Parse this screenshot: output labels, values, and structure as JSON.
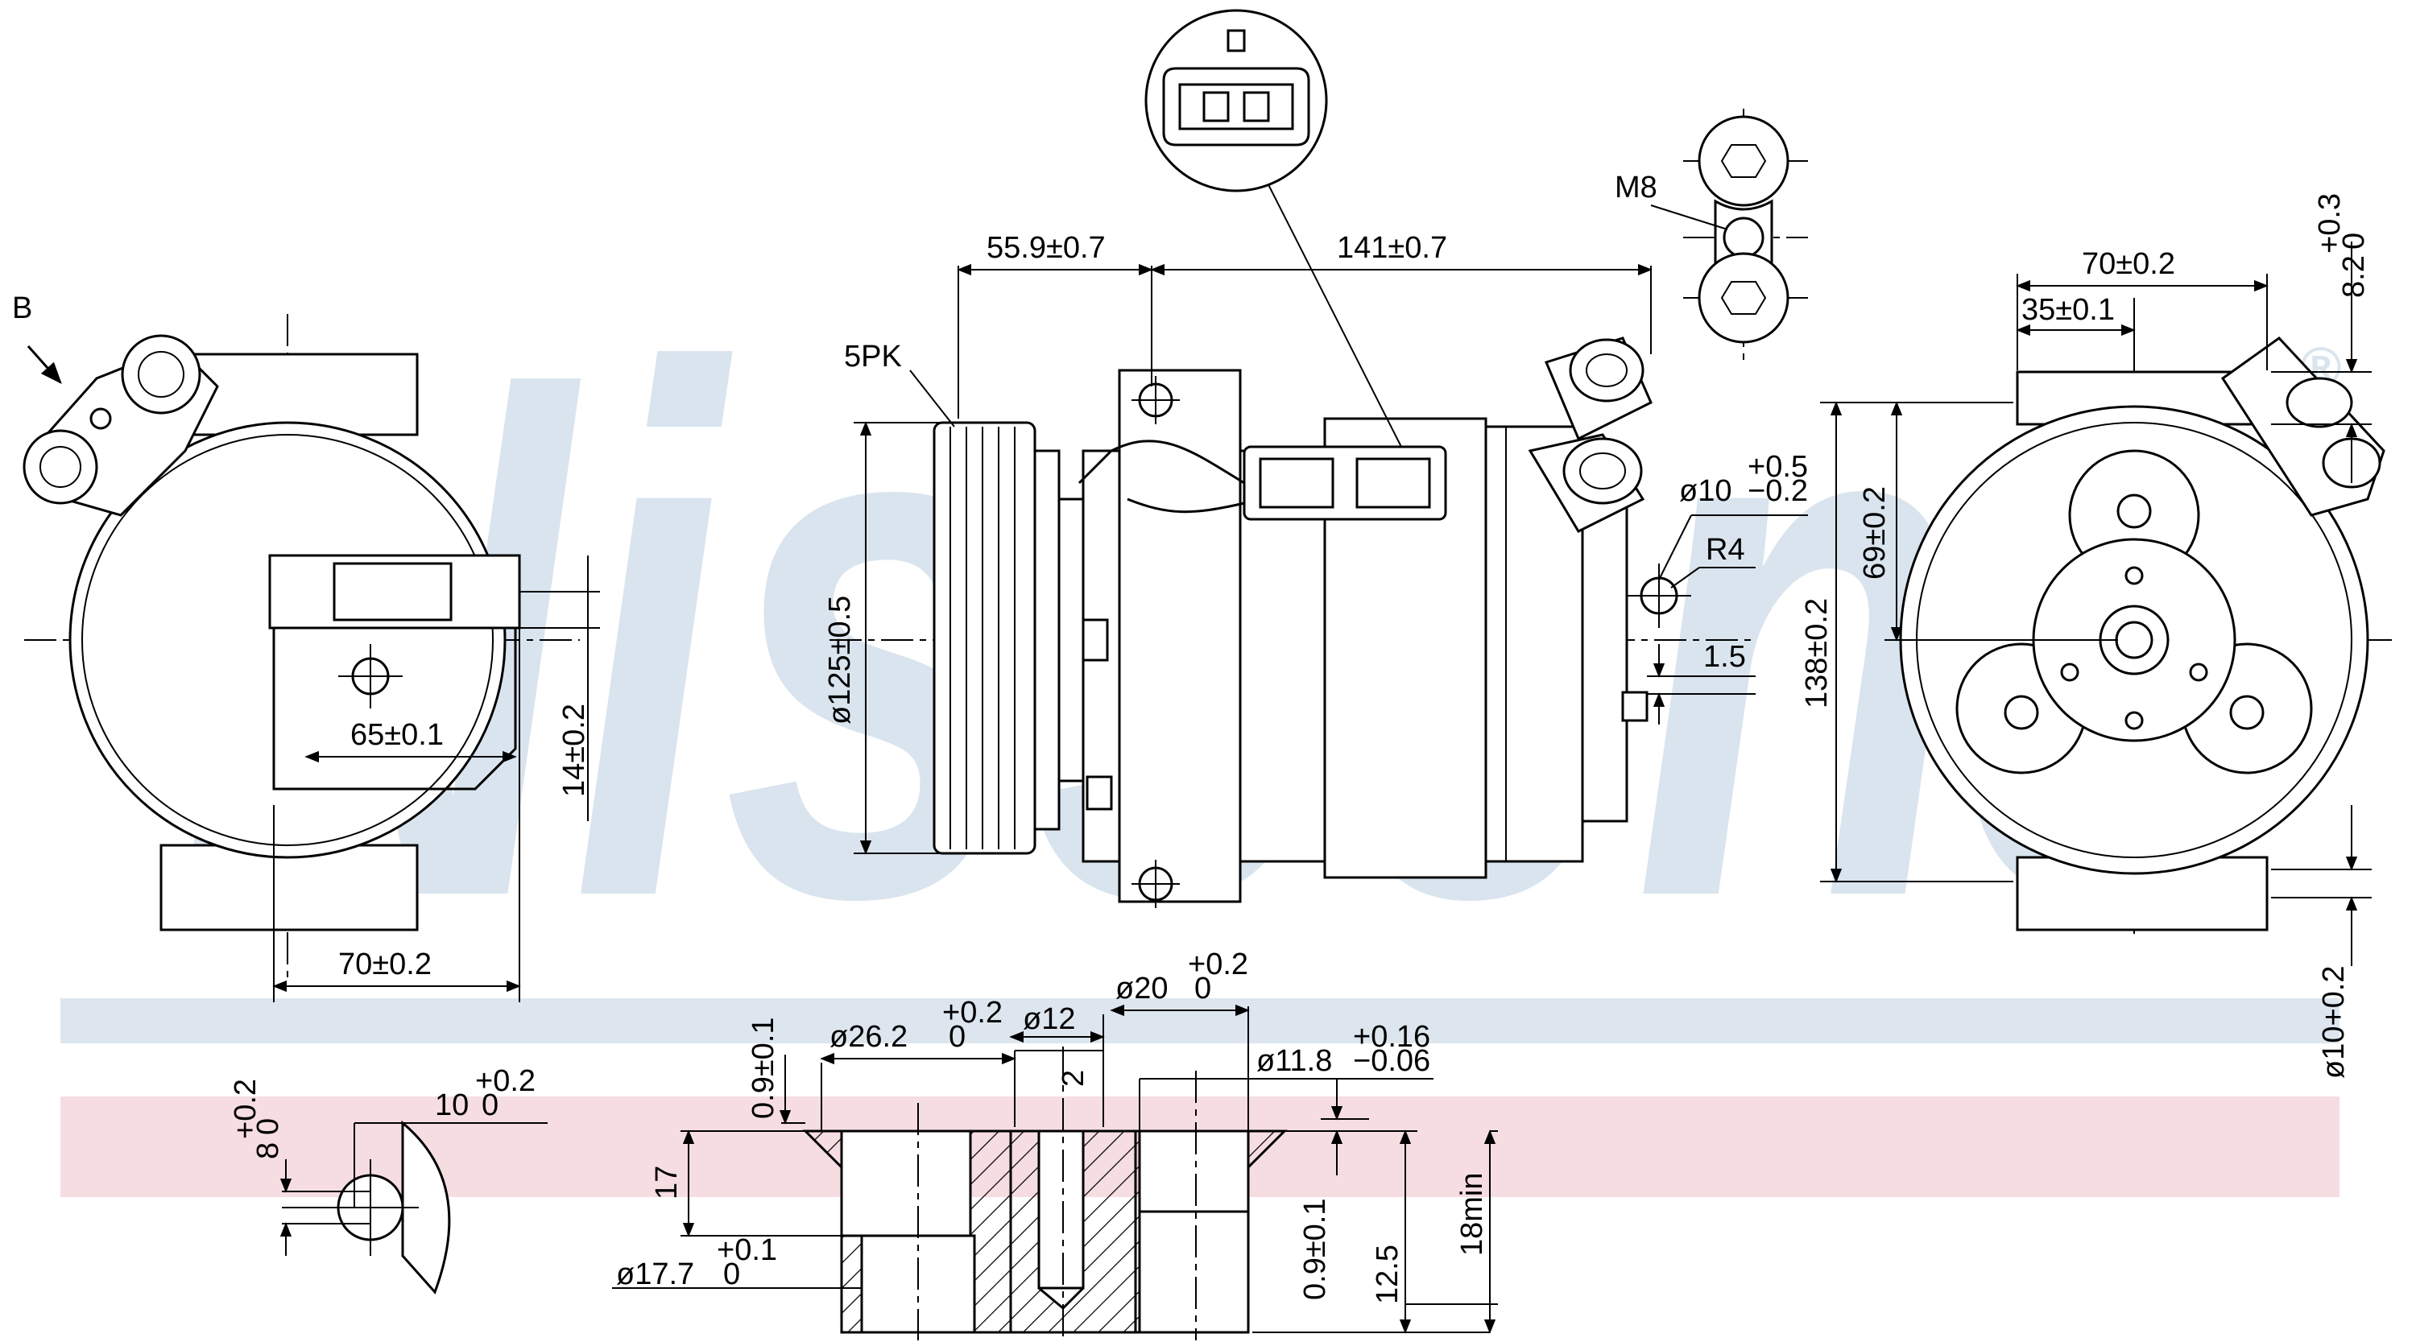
{
  "watermark": {
    "text": "Nissens",
    "registered": "®",
    "color_main": "#d9e4ee",
    "band_blue": "#dde6ef",
    "band_red": "#f6dde2"
  },
  "labels": {
    "view_b": "B",
    "belt": "5PK",
    "thread": "M8",
    "radius": "R4"
  },
  "dims": {
    "d_55_9": "55.9±0.7",
    "d_141": "141±0.7",
    "d_65": "65±0.1",
    "d_14": "14±0.2",
    "d_70_left": "70±0.2",
    "d_125": "ø125±0.5",
    "d_10_port": "ø10",
    "d_10_port_tol_up": "+0.5",
    "d_10_port_tol_dn": "−0.2",
    "d_1_5": "1.5",
    "d_70_right": "70±0.2",
    "d_35": "35±0.1",
    "d_8_2": "8.2",
    "d_8_2_tol_up": "+0.3",
    "d_8_2_tol_dn": "0",
    "d_69": "69±0.2",
    "d_138": "138±0.2",
    "d_10_right": "ø10+0.2",
    "d_8": "8",
    "d_8_tol_up": "+0.2",
    "d_8_tol_dn": "0",
    "d_10_top": "10",
    "d_10_top_tol_up": "+0.2",
    "d_10_top_tol_dn": "0",
    "d_0_9_top": "0.9±0.1",
    "d_26_2": "ø26.2",
    "d_26_2_tol_up": "+0.2",
    "d_26_2_tol_dn": "0",
    "d_12": "ø12",
    "d_20": "ø20",
    "d_20_tol_up": "+0.2",
    "d_20_tol_dn": "0",
    "d_2": "2",
    "d_11_8": "ø11.8",
    "d_11_8_tol_up": "+0.16",
    "d_11_8_tol_dn": "−0.06",
    "d_17": "17",
    "d_17_7": "ø17.7",
    "d_17_7_tol_up": "+0.1",
    "d_17_7_tol_dn": "0",
    "d_0_9_bottom": "0.9±0.1",
    "d_12_5": "12.5",
    "d_18min": "18min"
  }
}
